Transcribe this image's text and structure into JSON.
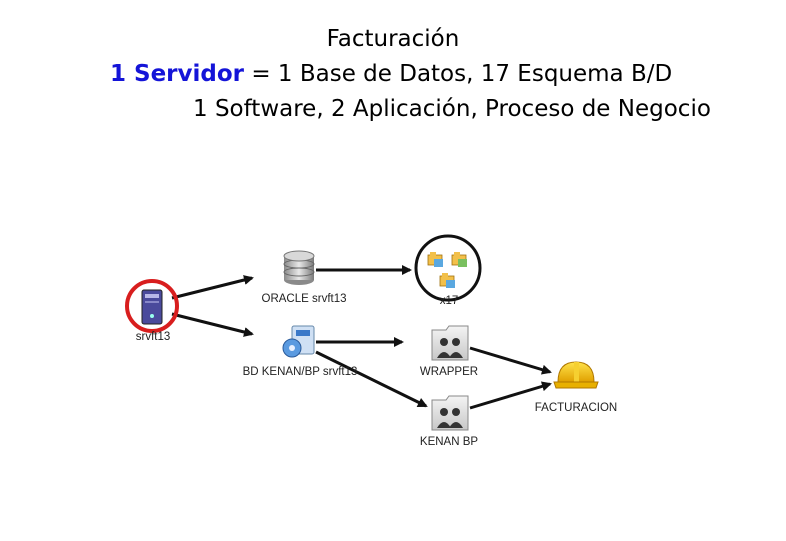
{
  "title": "Facturación",
  "subtitle": {
    "highlight": "1 Servidor",
    "rest": " = 1 Base de Datos, 17 Esquema B/D"
  },
  "subtitle2": "1 Software, 2 Aplicación, Proceso de Negocio",
  "diagram": {
    "nodes": {
      "server": "srvft13",
      "oracle": "ORACLE srvft13",
      "schemas": "x17",
      "kenan_db": "BD KENAN/BP srvft13",
      "wrapper": "WRAPPER",
      "kenan_bp": "KENAN BP",
      "facturacion": "FACTURACION"
    }
  }
}
